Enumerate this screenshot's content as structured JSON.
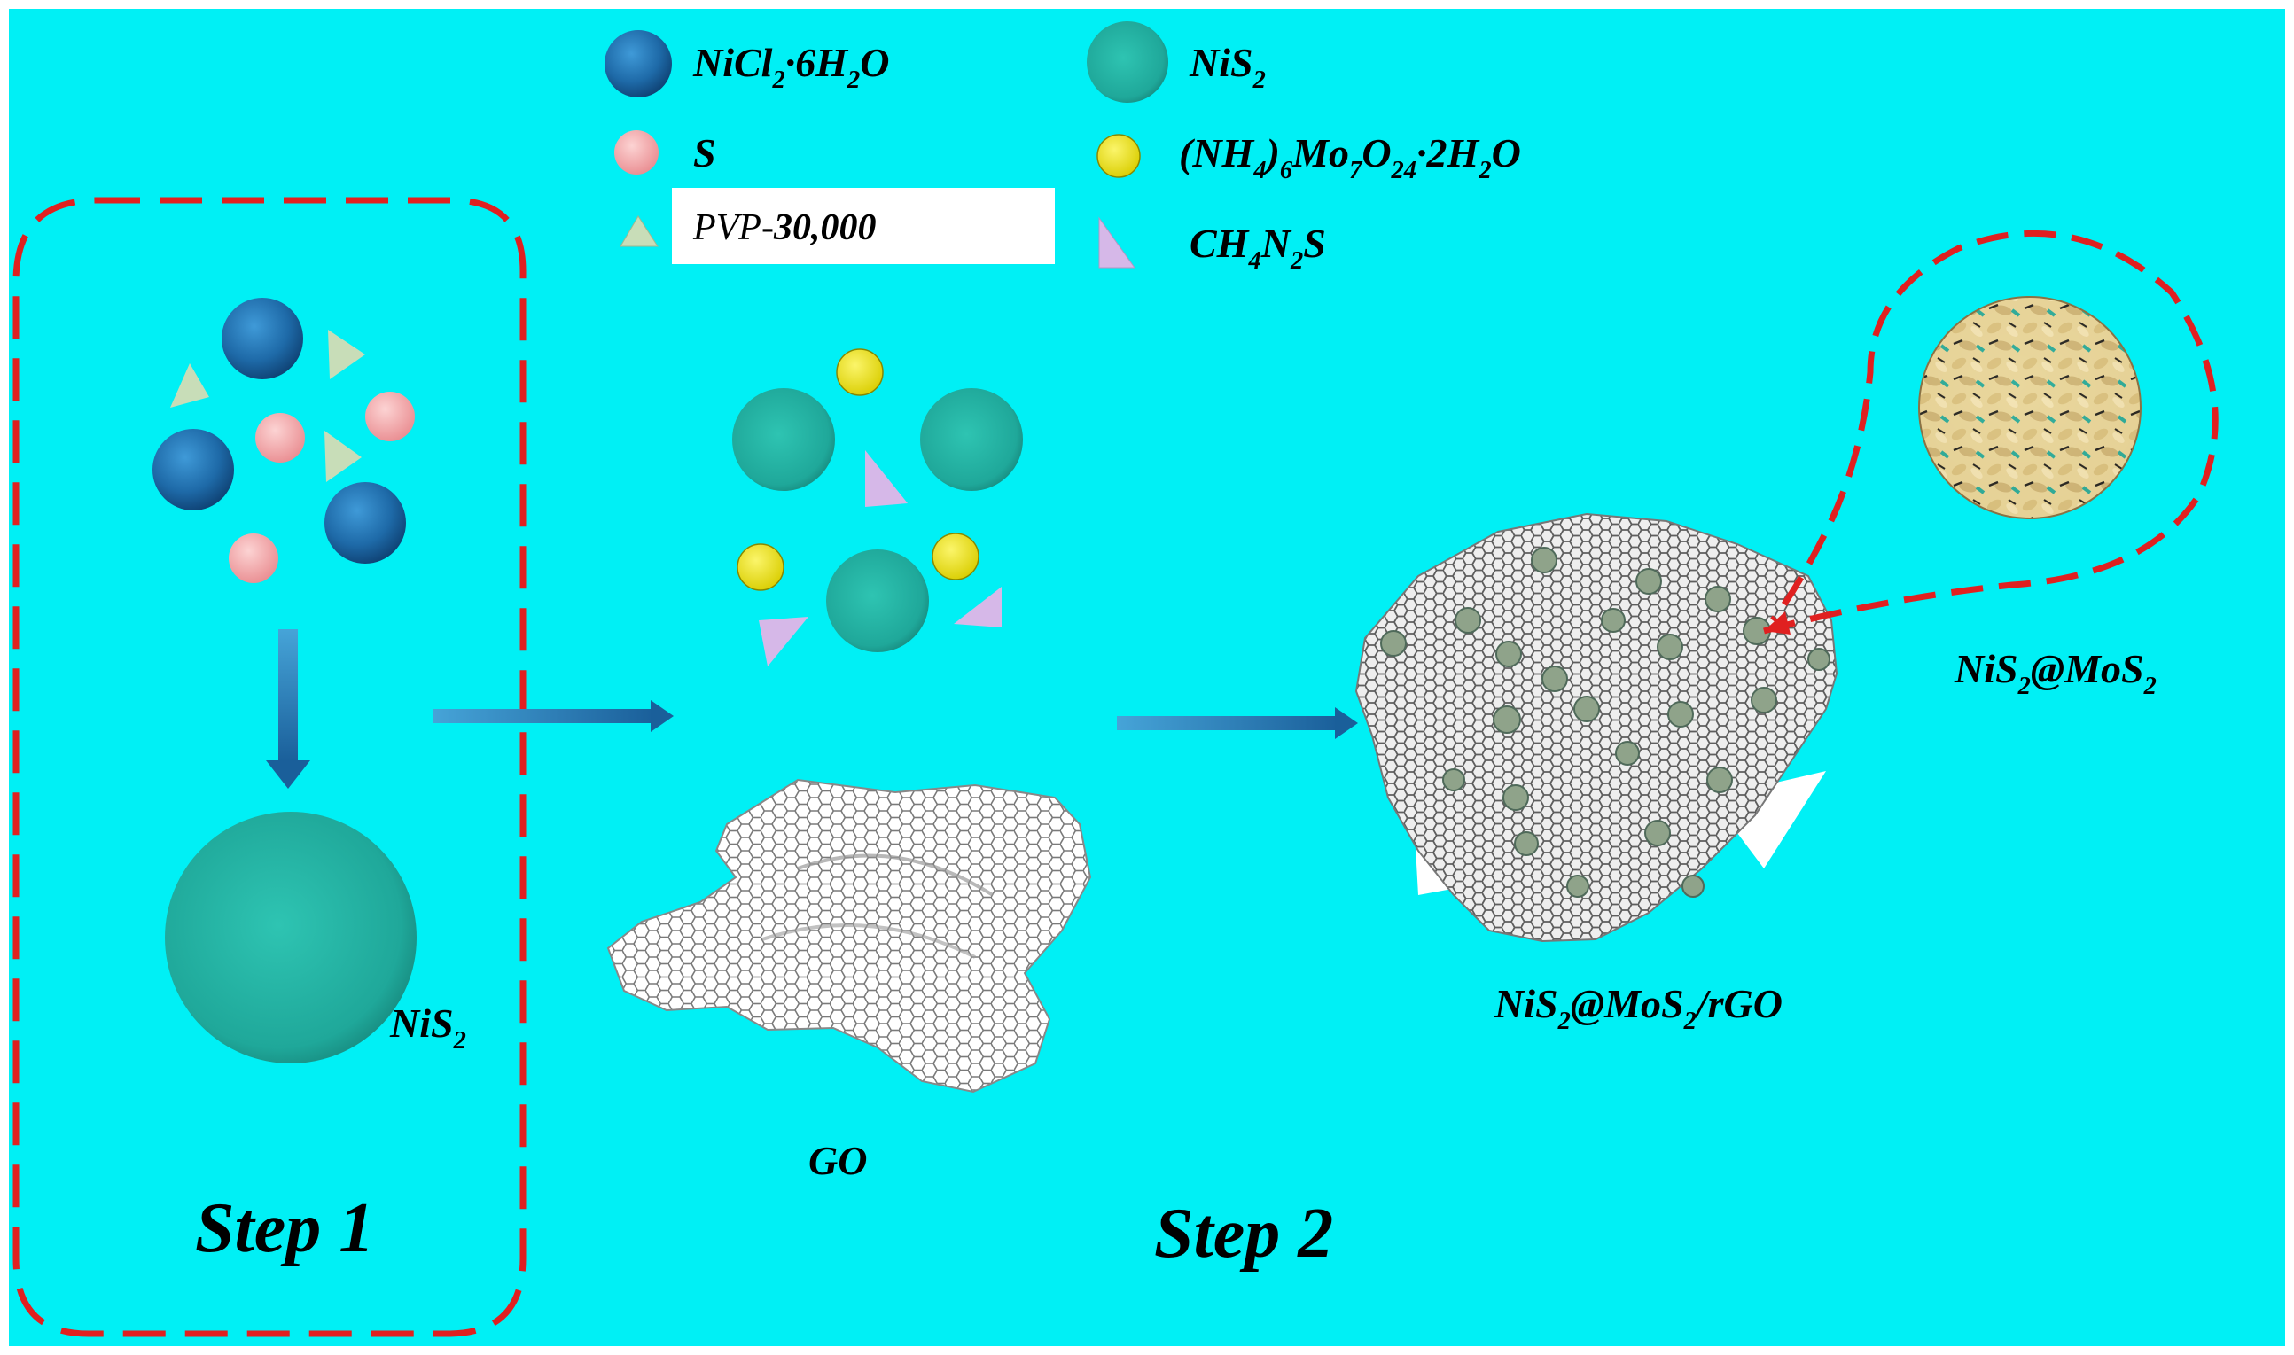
{
  "legend": {
    "nicl2": {
      "base": "NiCl",
      "parts": [
        {
          "t": "2",
          "sub": true
        },
        {
          "t": "·6H"
        },
        {
          "t": "2",
          "sub": true
        },
        {
          "t": "O"
        }
      ]
    },
    "nis2": {
      "base": "NiS",
      "parts": [
        {
          "t": "2",
          "sub": true
        }
      ]
    },
    "sulfur": {
      "base": "S",
      "parts": []
    },
    "ammonium_molybdate": {
      "base": "(NH",
      "parts": [
        {
          "t": "4",
          "sub": true
        },
        {
          "t": ")"
        },
        {
          "t": "6",
          "sub": true
        },
        {
          "t": "Mo"
        },
        {
          "t": "7",
          "sub": true
        },
        {
          "t": "O"
        },
        {
          "t": "24",
          "sub": true
        },
        {
          "t": "·2H"
        },
        {
          "t": "2",
          "sub": true
        },
        {
          "t": "O"
        }
      ]
    },
    "pvp_prefix": "PVP-",
    "pvp_value": "30,000",
    "thiourea": {
      "base": "CH",
      "parts": [
        {
          "t": "4",
          "sub": true
        },
        {
          "t": "N"
        },
        {
          "t": "2",
          "sub": true
        },
        {
          "t": "S"
        }
      ]
    }
  },
  "labels": {
    "nis2_product": {
      "base": "NiS",
      "parts": [
        {
          "t": "2",
          "sub": true
        }
      ]
    },
    "go": "GO",
    "composite": {
      "base": "NiS",
      "parts": [
        {
          "t": "2",
          "sub": true
        },
        {
          "t": "@MoS"
        },
        {
          "t": "2",
          "sub": true
        },
        {
          "t": "/rGO"
        }
      ]
    },
    "core_shell": {
      "base": "NiS",
      "parts": [
        {
          "t": "2",
          "sub": true
        },
        {
          "t": "@MoS"
        },
        {
          "t": "2",
          "sub": true
        }
      ]
    },
    "step1": "Step 1",
    "step2": "Step 2"
  },
  "colors": {
    "background": "#00F0F5",
    "nicl2": "#1E6AA8",
    "nis2": "#1FA89A",
    "sulfur": "#F4A6A8",
    "molybdate": "#F0E800",
    "pvp": "#C8DDB8",
    "thiourea": "#D6B8E8",
    "dashed_border": "#E02020",
    "arrow": "#1A6FB0",
    "mos2_shell": "#E8D59A"
  }
}
